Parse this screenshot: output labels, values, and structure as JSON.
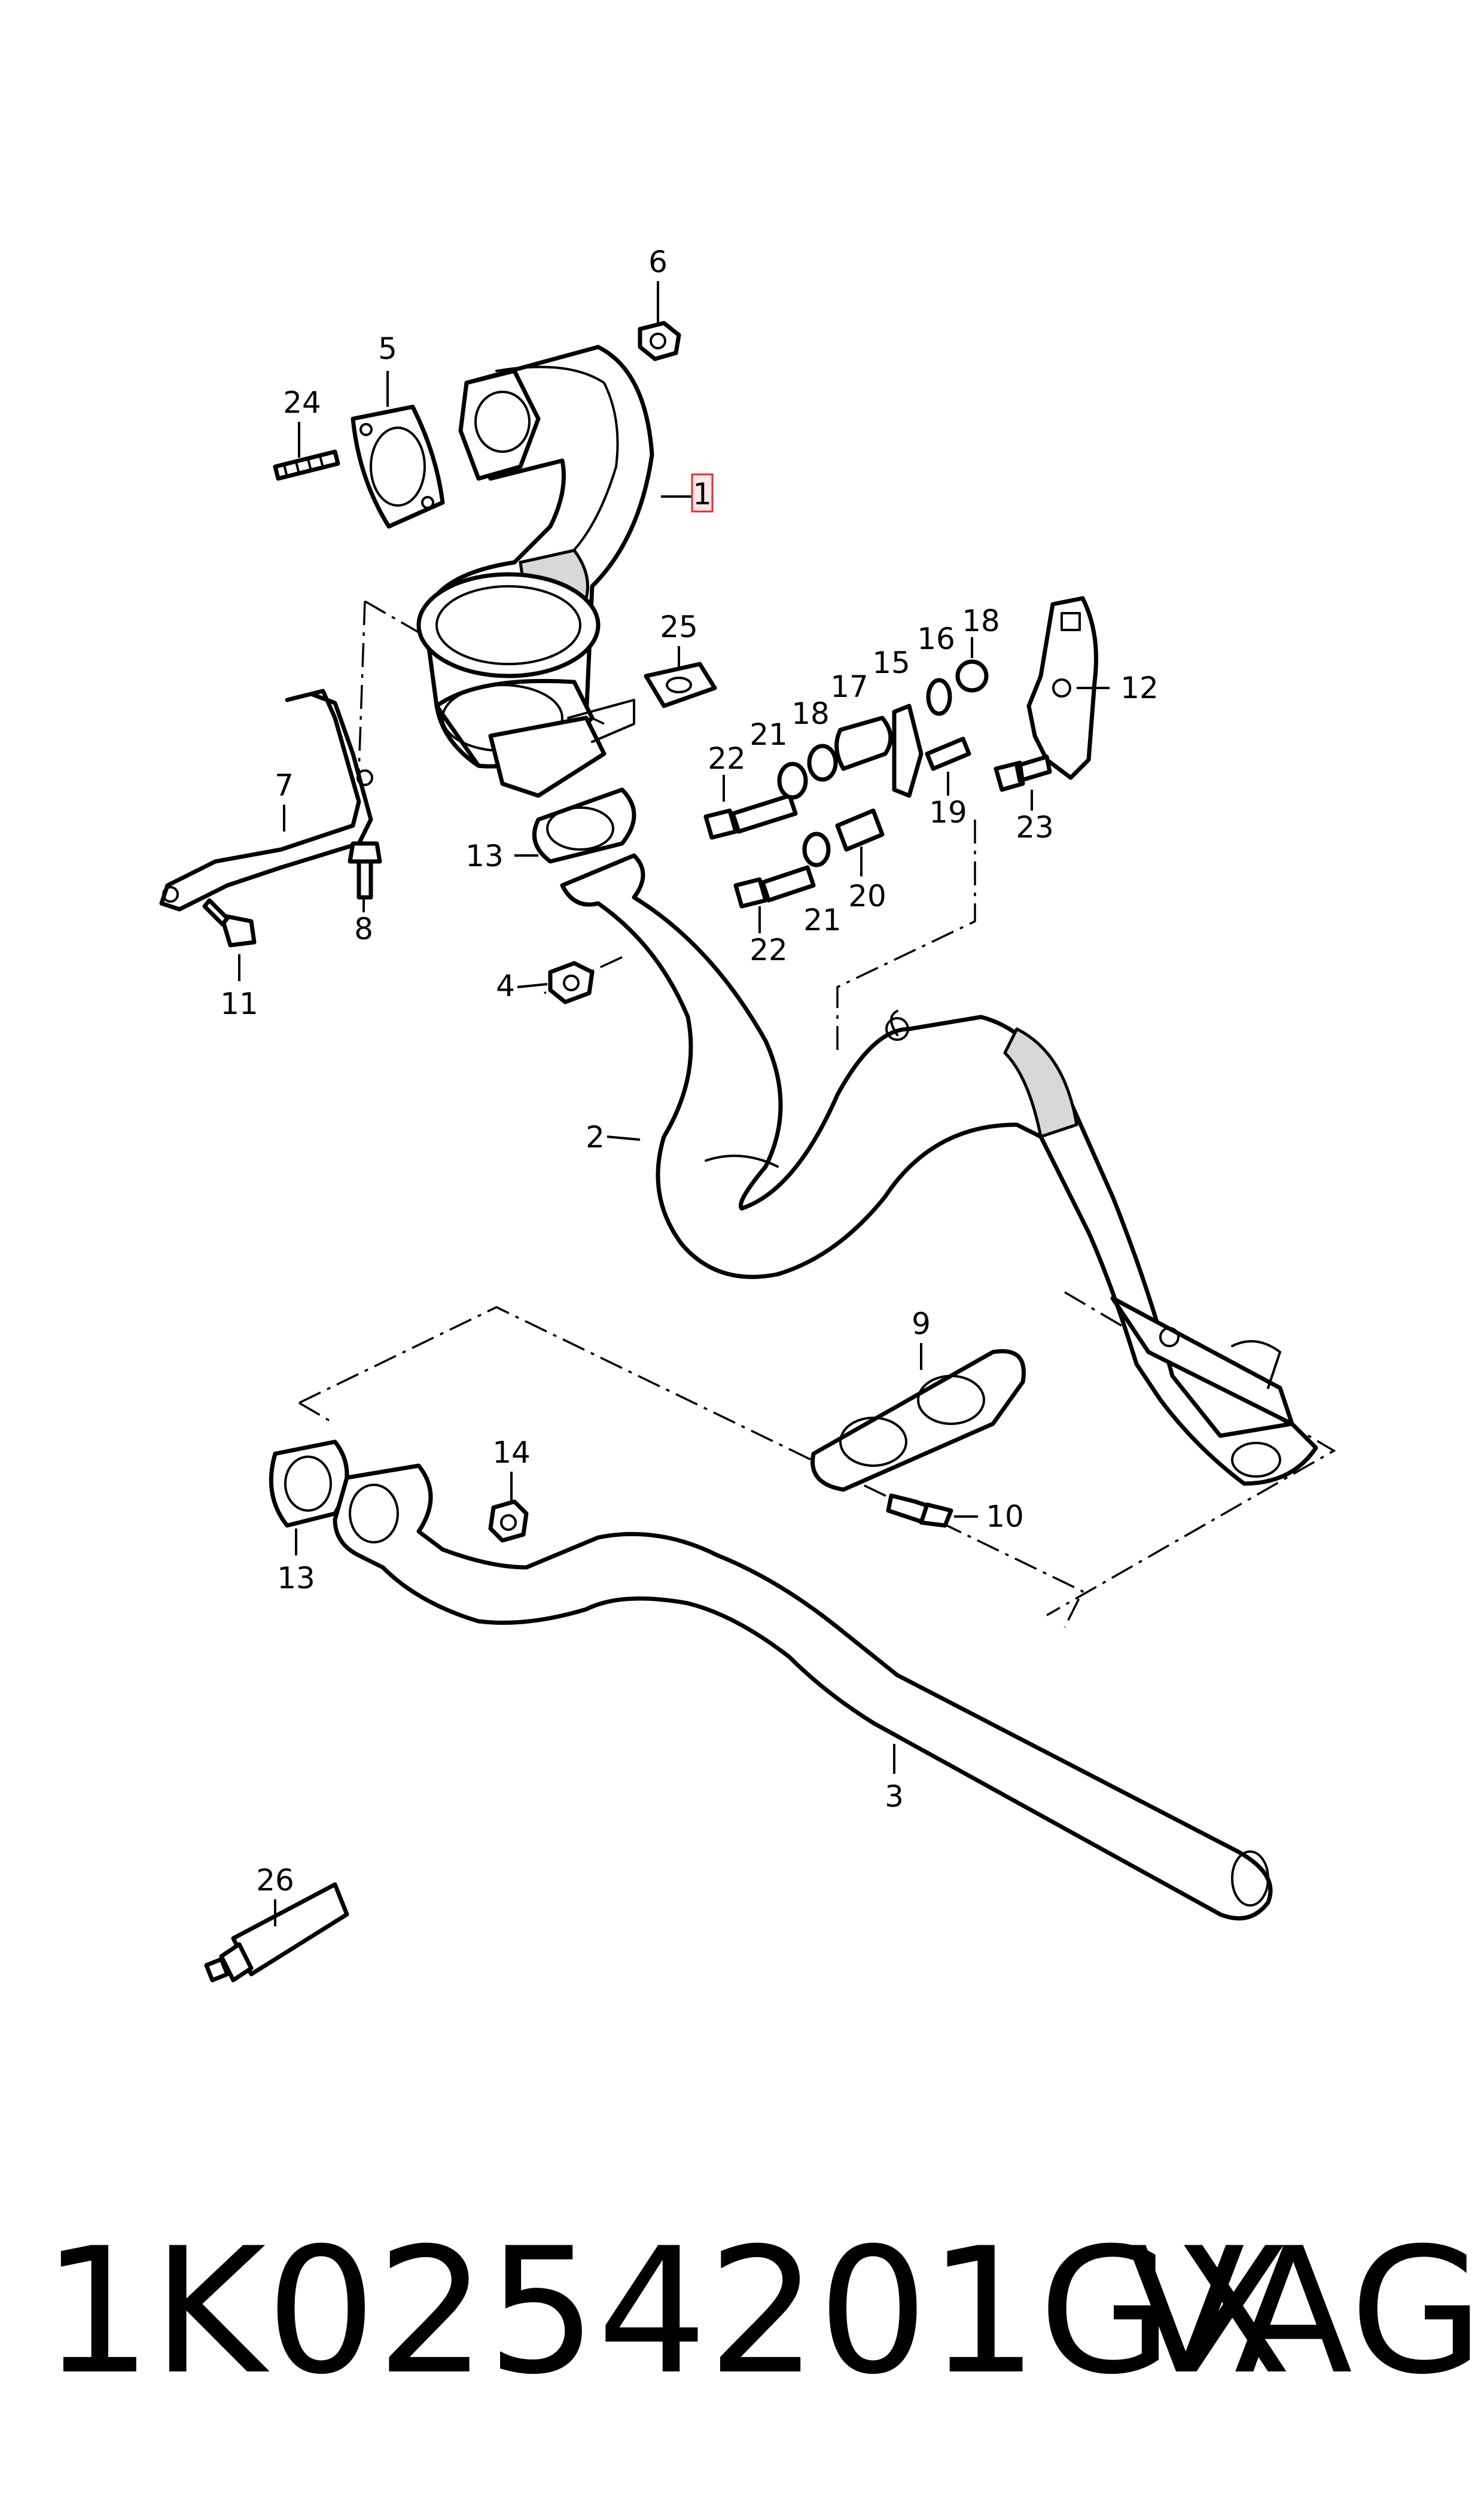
{
  "diagram": {
    "callouts": [
      "1",
      "2",
      "3",
      "4",
      "5",
      "6",
      "7",
      "8",
      "9",
      "10",
      "11",
      "12",
      "13",
      "13",
      "14",
      "15",
      "16",
      "17",
      "18",
      "18",
      "19",
      "20",
      "21",
      "21",
      "22",
      "22",
      "23",
      "24",
      "25",
      "26"
    ],
    "highlighted_callout": "1"
  },
  "footer": {
    "part_number": "1K0254201GX",
    "brand": "VAG"
  }
}
